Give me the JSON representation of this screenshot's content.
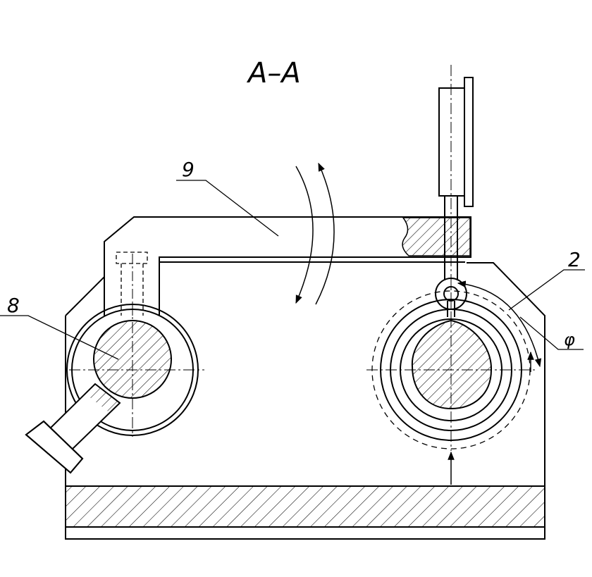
{
  "section_title": "A–A",
  "labels": {
    "part_9": "9",
    "part_8": "8",
    "part_2": "2",
    "angle": "φ"
  },
  "colors": {
    "line": "#000000",
    "background": "#ffffff"
  }
}
